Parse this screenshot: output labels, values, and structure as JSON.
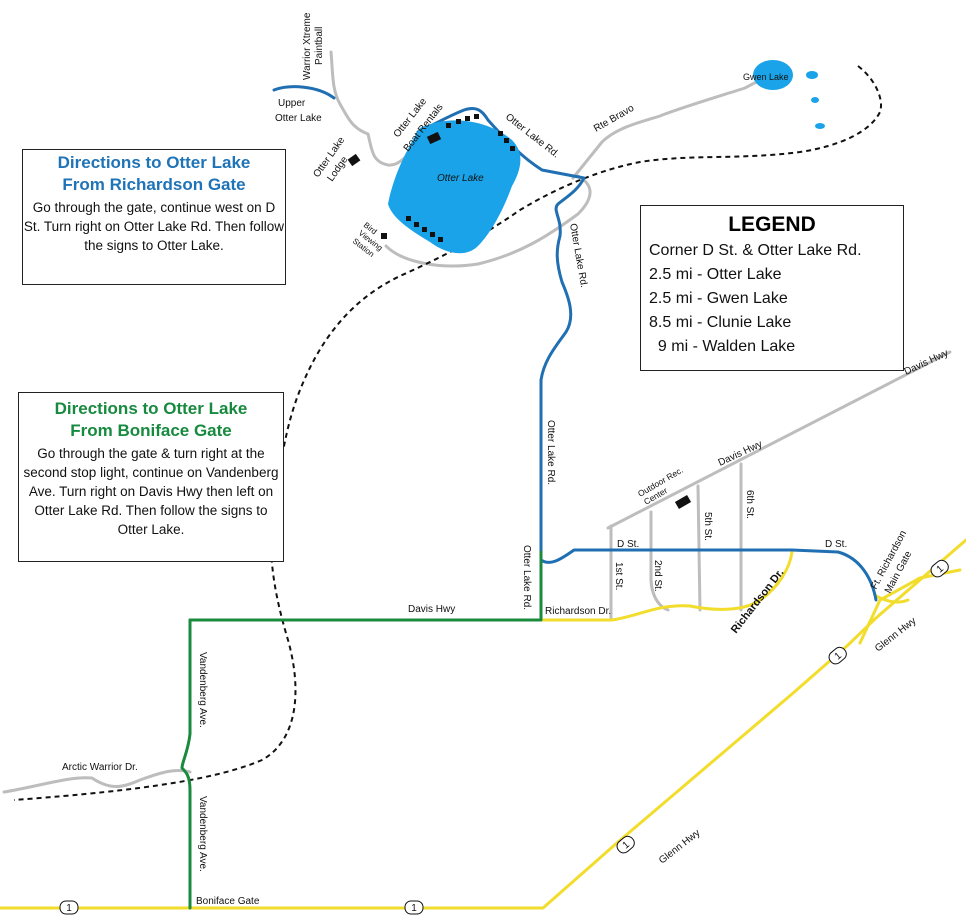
{
  "colors": {
    "green_route": "#1a8a3c",
    "blue_route": "#1f6fb2",
    "lake": "#1aa3e8",
    "yellow_hwy": "#f2dd2c",
    "gray_road": "#bdbdbd",
    "trail": "#111111"
  },
  "boxes": {
    "richardson": {
      "title_1": "Directions to Otter Lake",
      "title_2": "From Richardson Gate",
      "body": "Go through the gate, continue west on D St. Turn right on Otter Lake Rd. Then follow the signs to Otter Lake."
    },
    "boniface": {
      "title_1": "Directions to Otter Lake",
      "title_2": "From Boniface Gate",
      "body": "Go through the gate & turn right at the second stop light, continue on Vandenberg Ave. Turn right on Davis Hwy then left on Otter Lake Rd. Then follow the signs to Otter Lake."
    }
  },
  "legend": {
    "title": "LEGEND",
    "rows": [
      "Corner D St. & Otter Lake Rd.",
      "2.5 mi -  Otter Lake",
      "2.5 mi - Gwen Lake",
      "8.5 mi - Clunie Lake",
      "  9 mi - Walden Lake"
    ]
  },
  "labels": {
    "warrior_1": "Warrior Xtreme",
    "warrior_2": "Paintball",
    "upper_1": "Upper",
    "upper_2": "Otter Lake",
    "lodge_1": "Otter Lake",
    "lodge_2": "Lodge",
    "boat_1": "Otter Lake",
    "boat_2": "Boat Rentals",
    "otter_lake_rd_top": "Otter Lake Rd.",
    "otter_lake": "Otter Lake",
    "bird_1": "Bird",
    "bird_2": "Viewing",
    "bird_3": "Station",
    "rte_bravo": "Rte Bravo",
    "gwen_lake": "Gwen Lake",
    "otter_lake_rd_1": "Otter Lake Rd.",
    "otter_lake_rd_2": "Otter Lake Rd.",
    "otter_lake_rd_3": "Otter Lake Rd.",
    "davis_hwy_ne": "Davis Hwy",
    "davis_hwy_mid": "Davis Hwy",
    "davis_hwy_w": "Davis Hwy",
    "outdoor_1": "Outdoor Rec.",
    "outdoor_2": "Center",
    "fifth_st": "5th St.",
    "sixth_st": "6th St.",
    "d_st_1": "D St.",
    "d_st_2": "D St.",
    "first_st": "1st St.",
    "second_st": "2nd St.",
    "richardson_dr_1": "Richardson Dr.",
    "richardson_dr_2": "Richardson Dr.",
    "main_gate_1": "Ft. Richardson",
    "main_gate_2": "Main Gate",
    "glenn_hwy_1": "Glenn Hwy",
    "glenn_hwy_2": "Glenn Hwy",
    "vandenberg_1": "Vandenberg Ave.",
    "vandenberg_2": "Vandenberg Ave.",
    "arctic": "Arctic Warrior Dr.",
    "boniface_gate": "Boniface Gate",
    "shield": "1"
  }
}
